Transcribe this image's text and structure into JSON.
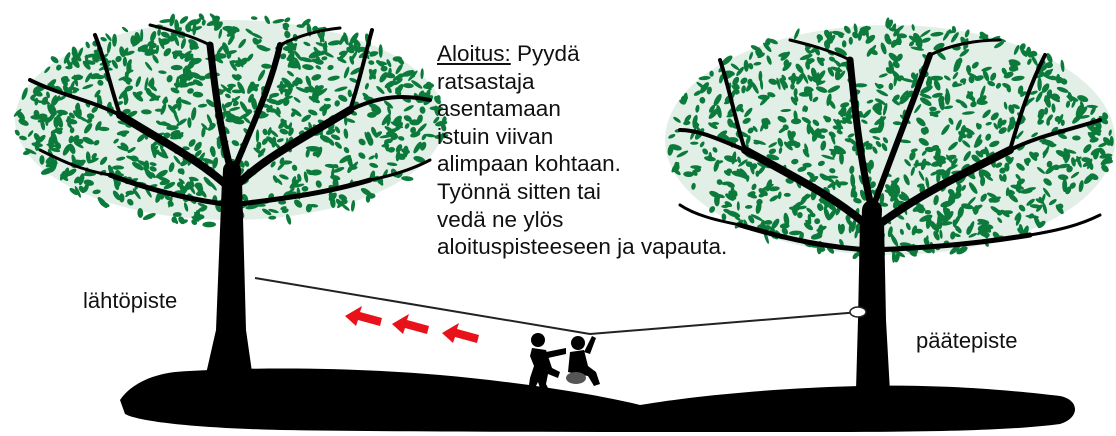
{
  "instructions": {
    "heading": "Aloitus:",
    "first_line_rest": " Pyydä",
    "lines": [
      "ratsastaja",
      "asentamaan",
      "istuin viivan",
      "alimpaan kohtaan.",
      "Työnnä sitten tai",
      "vedä ne ylös",
      "aloituspisteeseen  ja vapauta."
    ]
  },
  "labels": {
    "start": "lähtöpiste",
    "end": "päätepiste"
  },
  "colors": {
    "foliage": "#0b7a3a",
    "silhouette": "#000000",
    "arrows": "#e8121a",
    "line": "#222222"
  },
  "icons": {
    "arrows": "red-left-arrow-icon",
    "riders": "people-silhouette-icon"
  }
}
